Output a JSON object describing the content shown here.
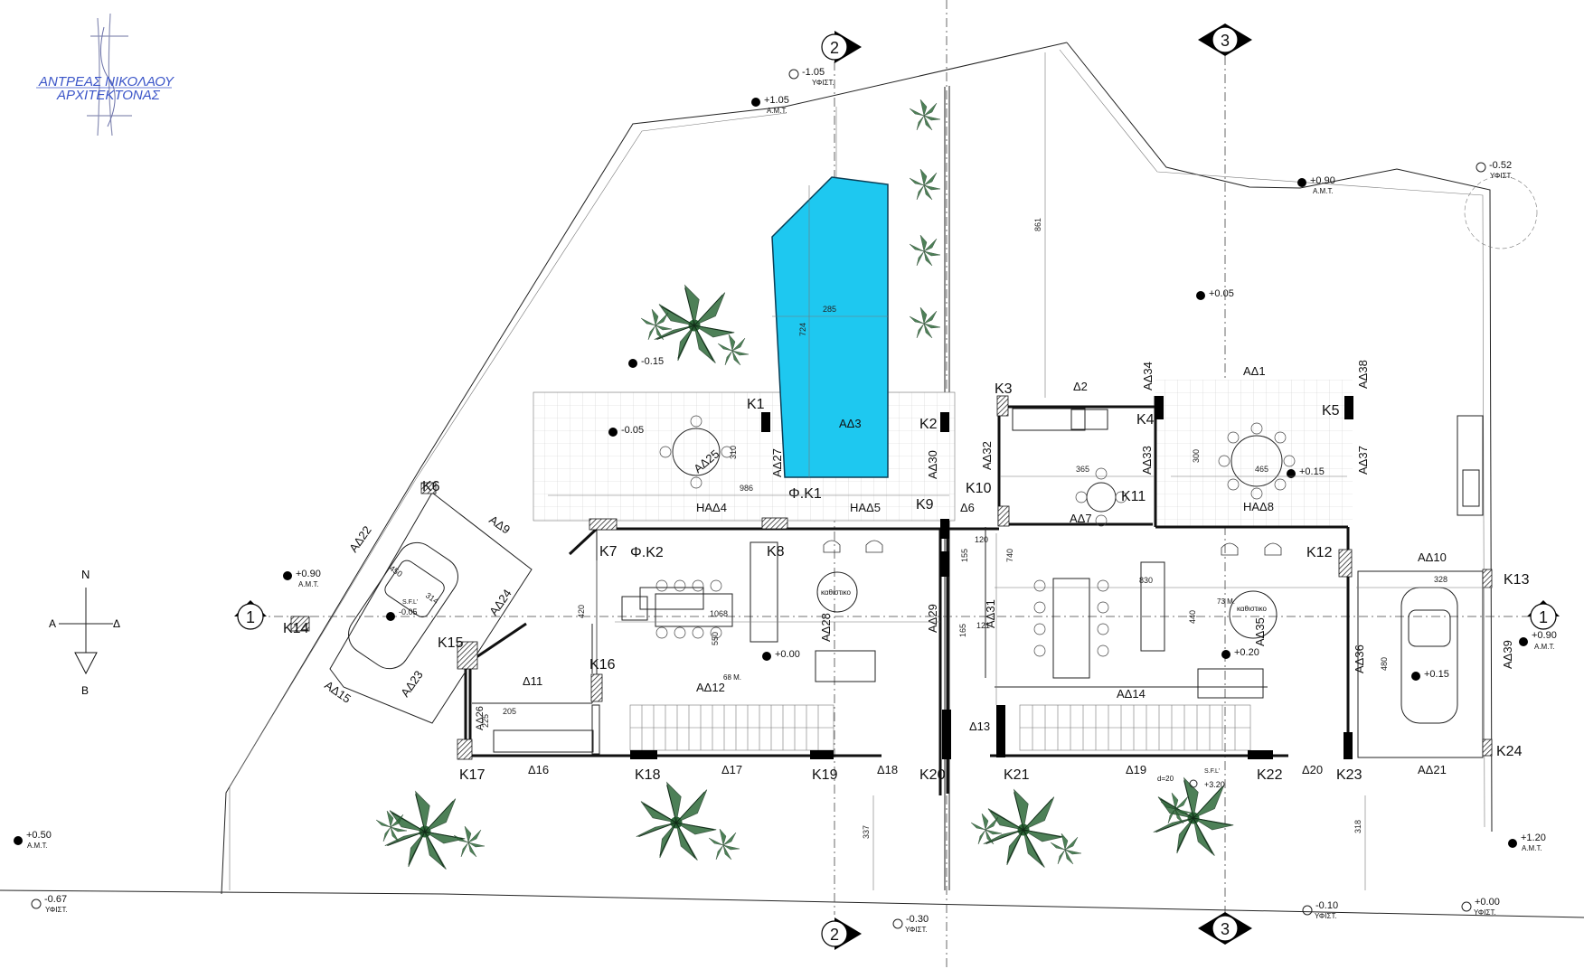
{
  "logo": {
    "line1": "ΑΝΤΡΕΑΣ ΝΙΚΟΛΑΟΥ",
    "line2": "ΑΡΧΙΤΕΚΤΟΝΑΣ"
  },
  "grid_bubbles": {
    "g1": "1",
    "g2": "2",
    "g3": "3"
  },
  "north_arrow": {
    "n": "N",
    "a": "A",
    "b": "B",
    "delta": "Δ"
  },
  "columns": [
    "K1",
    "K2",
    "K3",
    "K4",
    "K5",
    "K6",
    "K7",
    "K8",
    "K9",
    "K10",
    "K11",
    "K12",
    "K13",
    "K14",
    "K15",
    "K16",
    "K17",
    "K18",
    "K19",
    "K20",
    "K21",
    "K22",
    "K23",
    "K24"
  ],
  "walls": [
    "ΑΔ1",
    "Δ2",
    "ΑΔ3",
    "ΑΔ34",
    "ΑΔ38",
    "ΑΔ37",
    "ΑΔ33",
    "ΑΔ32",
    "ΑΔ30",
    "ΑΔ27",
    "ΑΔ25",
    "ΑΔ22",
    "ΑΔ9",
    "ΑΔ24",
    "ΑΔ23",
    "ΑΔ15",
    "ΑΔ28",
    "ΑΔ29",
    "ΑΔ31",
    "ΑΔ35",
    "ΑΔ36",
    "ΑΔ39",
    "ΑΔ10",
    "ΑΔ21",
    "ΑΔ14",
    "ΑΔ12",
    "ΑΔ7",
    "ΗΑΔ4",
    "ΗΑΔ5",
    "ΗΑΔ8",
    "Δ6",
    "Δ11",
    "Δ13",
    "Δ16",
    "Δ17",
    "Δ18",
    "Δ19",
    "Δ20",
    "ΑΔ26"
  ],
  "misc_labels": {
    "fk1": "Φ.Κ1",
    "fk2": "Φ.Κ2",
    "kathistiko": "καθιστικο",
    "sfl_a": "S.F.L'",
    "sfl_b": "S.F.L'",
    "d20": "d=20",
    "area_68": "68 M.",
    "area_73": "73 M."
  },
  "levels": [
    {
      "value": "-1.05",
      "tag": "ΥΦΙΣΤ."
    },
    {
      "value": "+1.05",
      "tag": "Α.Μ.Τ."
    },
    {
      "value": "+0.90",
      "tag": "Α.Μ.Τ."
    },
    {
      "value": "-0.52",
      "tag": "ΥΦΙΣΤ."
    },
    {
      "value": "+0.05",
      "tag": ""
    },
    {
      "value": "-0.15",
      "tag": ""
    },
    {
      "value": "-0.05",
      "tag": ""
    },
    {
      "value": "+0.15",
      "tag": ""
    },
    {
      "value": "+0.90",
      "tag": "Α.Μ.Τ."
    },
    {
      "value": "-0.05",
      "tag": ""
    },
    {
      "value": "+0.00",
      "tag": ""
    },
    {
      "value": "+0.20",
      "tag": ""
    },
    {
      "value": "+0.15",
      "tag": ""
    },
    {
      "value": "+0.90",
      "tag": "Α.Μ.Τ."
    },
    {
      "value": "+3.20",
      "tag": ""
    },
    {
      "value": "+0.50",
      "tag": "Α.Μ.Τ."
    },
    {
      "value": "+1.20",
      "tag": "Α.Μ.Τ."
    },
    {
      "value": "-0.67",
      "tag": "ΥΦΙΣΤ."
    },
    {
      "value": "-0.30",
      "tag": "ΥΦΙΣΤ."
    },
    {
      "value": "-0.10",
      "tag": "ΥΦΙΣΤ."
    },
    {
      "value": "+0.00",
      "tag": "ΥΦΙΣΤ."
    }
  ],
  "dimensions": [
    "861",
    "285",
    "724",
    "986",
    "310",
    "365",
    "300",
    "465",
    "450",
    "314",
    "420",
    "1068",
    "550",
    "740",
    "830",
    "440",
    "155",
    "120",
    "165",
    "121",
    "205",
    "225",
    "328",
    "480",
    "337",
    "318"
  ],
  "colors": {
    "pool": "#1ec8f0",
    "logo": "#3b55c8",
    "tree": "#2e6b3a"
  }
}
